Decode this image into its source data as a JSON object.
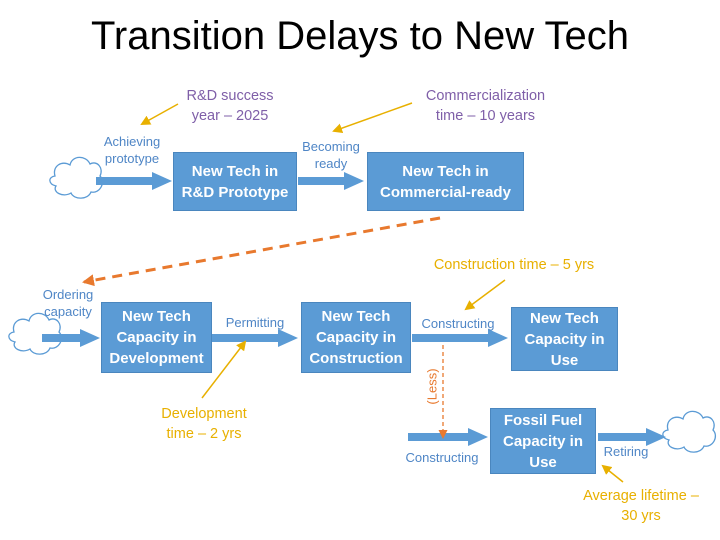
{
  "title": "Transition Delays to New Tech",
  "colors": {
    "box": "#5b9bd5",
    "flow_label": "#4f86c6",
    "purple_note": "#7f5fa8",
    "gold_note": "#e8b000",
    "orange_dash": "#e8792e"
  },
  "boxes": {
    "rd_prototype": "New Tech in\nR&D Prototype",
    "commercial_ready": "New Tech in\nCommercial-ready",
    "development": "New Tech\nCapacity in\nDevelopment",
    "construction": "New Tech\nCapacity in\nConstruction",
    "in_use": "New Tech\nCapacity in\nUse",
    "fossil": "Fossil Fuel\nCapacity in\nUse"
  },
  "flows": {
    "achieving": "Achieving\nprototype",
    "becoming": "Becoming\nready",
    "ordering": "Ordering\ncapacity",
    "permitting": "Permitting",
    "constructing": "Constructing",
    "fossil_constructing": "Constructing",
    "retiring": "Retiring"
  },
  "notes": {
    "rd_success": "R&D success\nyear – 2025",
    "commercialization": "Commercialization\ntime – 10 years",
    "construction_time": "Construction time – 5 yrs",
    "development_time": "Development\ntime – 2 yrs",
    "lifetime": "Average lifetime –\n30 yrs"
  },
  "less_label": "(Less)"
}
